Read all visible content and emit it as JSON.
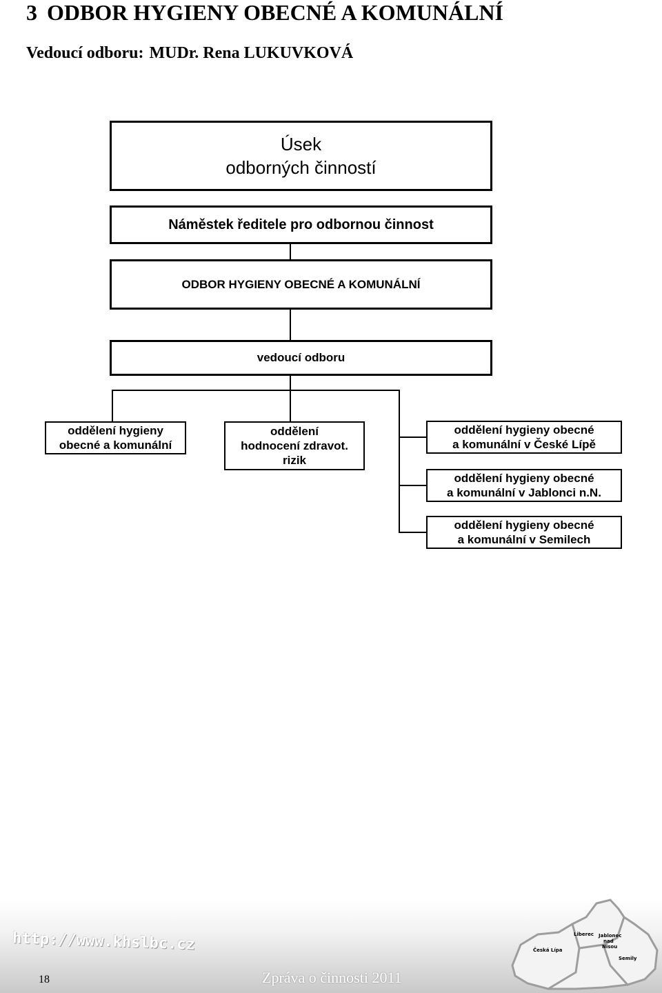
{
  "heading": {
    "number": "3",
    "title": "ODBOR HYGIENY OBECNÉ A KOMUNÁLNÍ",
    "head_label": "Vedoucí odboru:",
    "head_name": "MUDr. Rena LUKUVKOVÁ"
  },
  "org_chart": {
    "section": [
      "Úsek",
      "odborných činností"
    ],
    "deputy": "Náměstek ředitele pro odbornou činnost",
    "department": "ODBOR HYGIENY OBECNÉ A KOMUNÁLNÍ",
    "head": "vedoucí odboru",
    "units": {
      "unit1": [
        "oddělení hygieny",
        "obecné a komunální"
      ],
      "unit2": [
        "oddělení",
        "hodnocení zdravot.",
        "rizik"
      ],
      "unit3": [
        "oddělení hygieny obecné",
        "a komunální v České Lípě"
      ],
      "unit4": [
        "oddělení hygieny obecné",
        "a komunální v Jablonci n.N."
      ],
      "unit5": [
        "oddělení hygieny obecné",
        "a komunální v Semilech"
      ]
    }
  },
  "footer": {
    "url": "http://www.khslbc.cz",
    "page_number": "18",
    "report_title": "Zpráva o činnosti 2011",
    "map_labels": {
      "liberec": "Liberec",
      "jablonec": [
        "Jablonec",
        "nad",
        "Nisou"
      ],
      "ceska_lipa": "Česká Lípa",
      "semily": "Semily"
    }
  }
}
